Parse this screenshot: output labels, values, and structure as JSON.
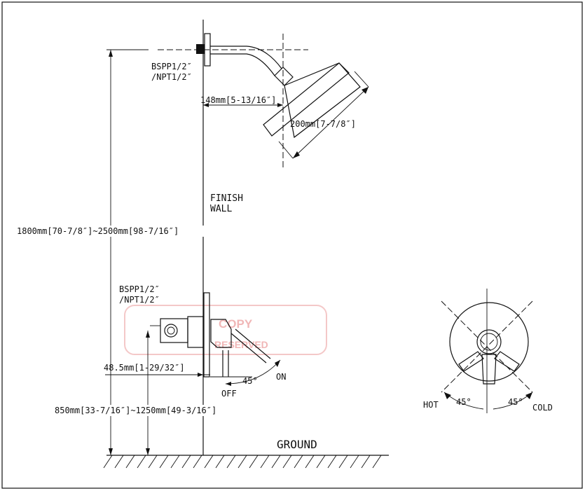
{
  "labels": {
    "thread_top_1": "BSPP1/2″",
    "thread_top_2": "/NPT1/2″",
    "arm_dim": "148mm[5-13/16″]",
    "head_dim": "200mm[7-7/8″]",
    "finish": "FINISH",
    "wall": "WALL",
    "height_dim": "1800mm[70-7/8″]~2500mm[98-7/16″]",
    "thread_mid_1": "BSPP1/2″",
    "thread_mid_2": "/NPT1/2″",
    "valve_dim": "48.5mm[1-29/32″]",
    "angle_side": "45°",
    "on": "ON",
    "off": "OFF",
    "valve_height_dim": "850mm[33-7/16″]~1250mm[49-3/16″]",
    "ground": "GROUND",
    "hot": "HOT",
    "angle_left": "45°",
    "angle_right": "45°",
    "cold": "COLD"
  },
  "watermark": {
    "line1": "COPY",
    "line2": "RESERVED",
    "color": "#e06060"
  }
}
